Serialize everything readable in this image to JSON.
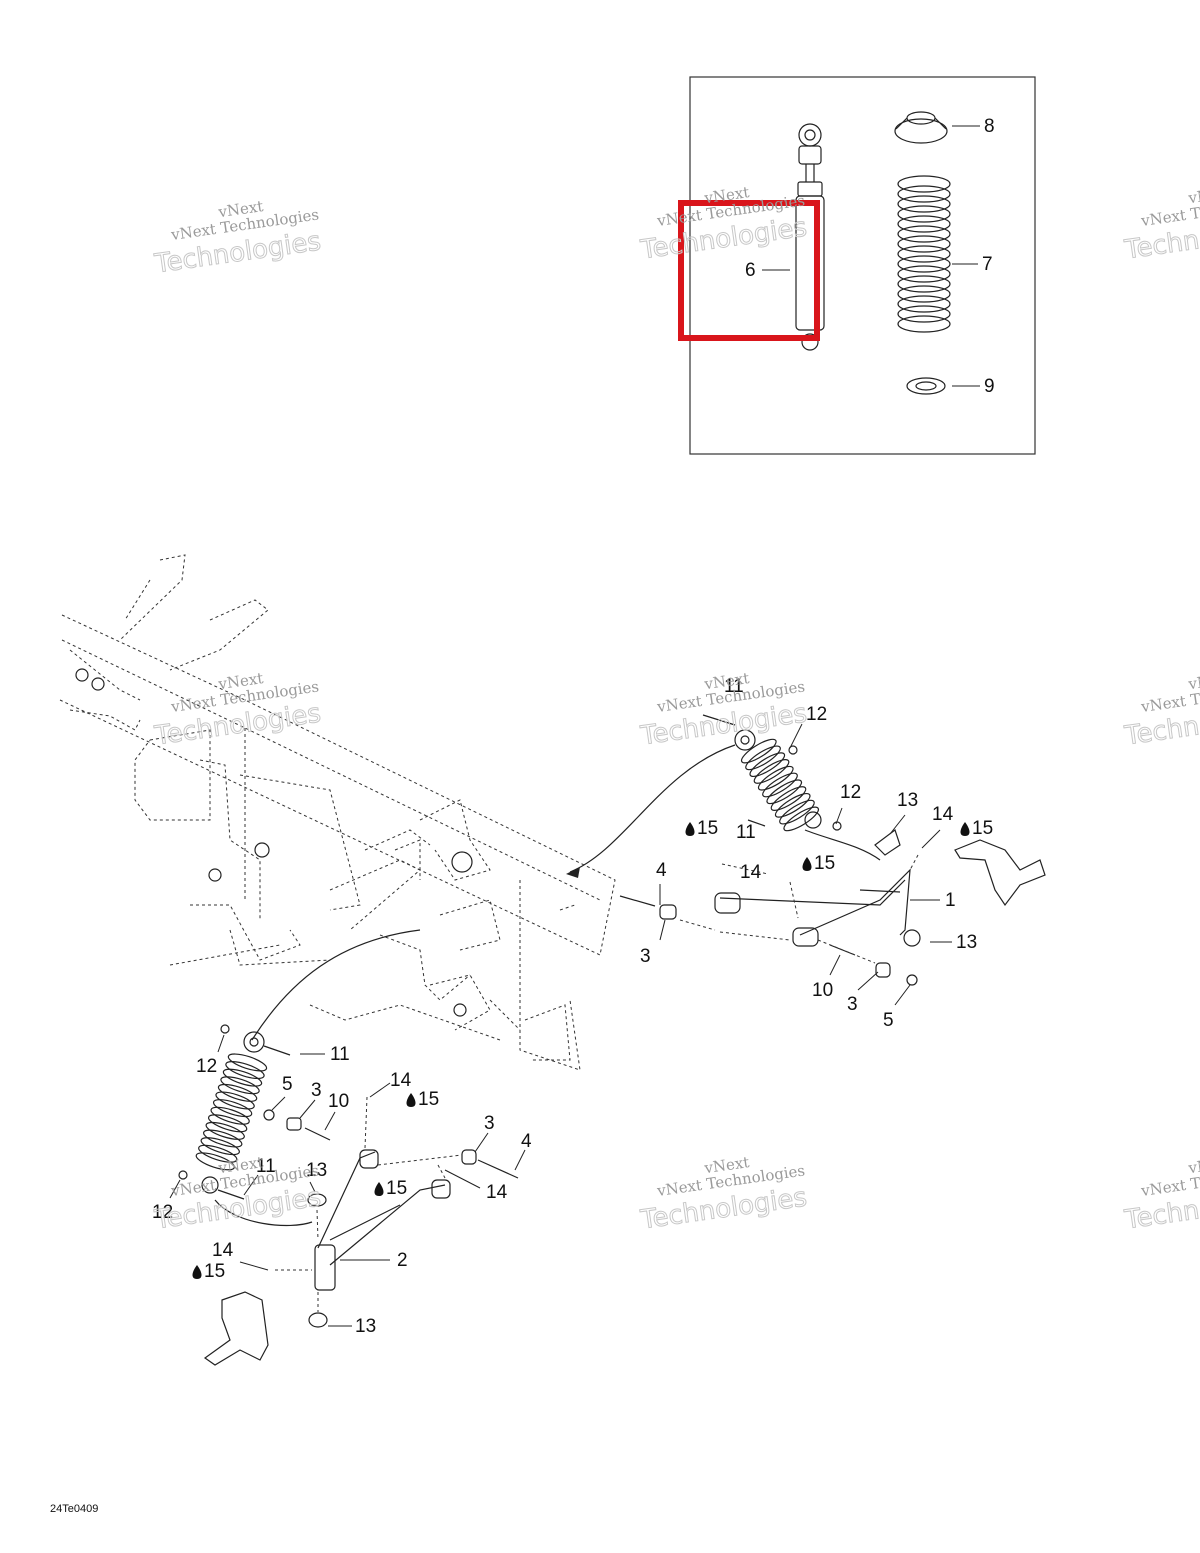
{
  "watermark": {
    "line1": "vNext Technologies",
    "line2": "Technologies",
    "line3": "vNext"
  },
  "diagram_code": "24Te0409",
  "highlight_color": "#d9151b",
  "inset_labels": {
    "l6": "6",
    "l7": "7",
    "l8": "8",
    "l9": "9"
  },
  "main_labels": {
    "r11a": "11",
    "r12a": "12",
    "r12b": "12",
    "r11b": "11",
    "r13": "13",
    "r14a": "14",
    "r15a": "15",
    "r15b": "15",
    "r14b": "14",
    "r15c": "15",
    "r4": "4",
    "r1": "1",
    "r3a": "3",
    "r13b": "13",
    "r10": "10",
    "r3b": "3",
    "r5": "5",
    "l12a": "12",
    "l11a": "11",
    "l5": "5",
    "l3a": "3",
    "l10": "10",
    "l14a": "14",
    "l15a": "15",
    "l3b": "3",
    "l4": "4",
    "l11b": "11",
    "l13a": "13",
    "l15b": "15",
    "l14b": "14",
    "l12b": "12",
    "l14c": "14",
    "l15c": "15",
    "l2": "2",
    "l13b": "13"
  }
}
